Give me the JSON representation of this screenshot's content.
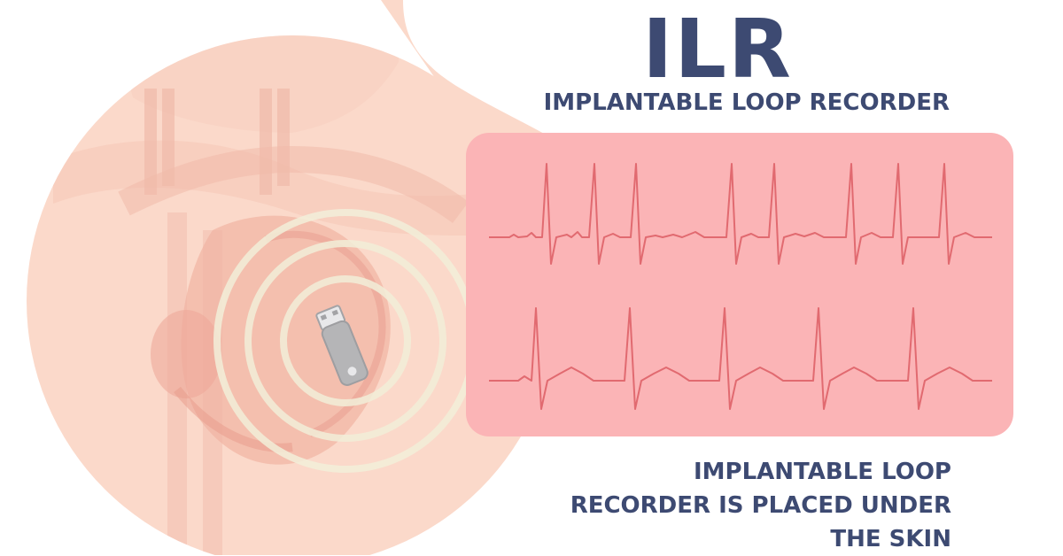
{
  "title": "ILR",
  "subtitle": "IMPLANTABLE LOOP RECORDER",
  "caption": {
    "lines": [
      "IMPLANTABLE LOOP",
      "RECORDER IS PLACED UNDER",
      "THE SKIN"
    ]
  },
  "colors": {
    "text": "#3d4a72",
    "body": "#fbd9ca",
    "ecg_panel": "#fbb4b6",
    "ecg_trace": "#e16a70",
    "device": "#b5b5b7"
  },
  "icons": {
    "device": "implantable-loop-recorder-icon",
    "signal": "signal-waves-icon"
  }
}
